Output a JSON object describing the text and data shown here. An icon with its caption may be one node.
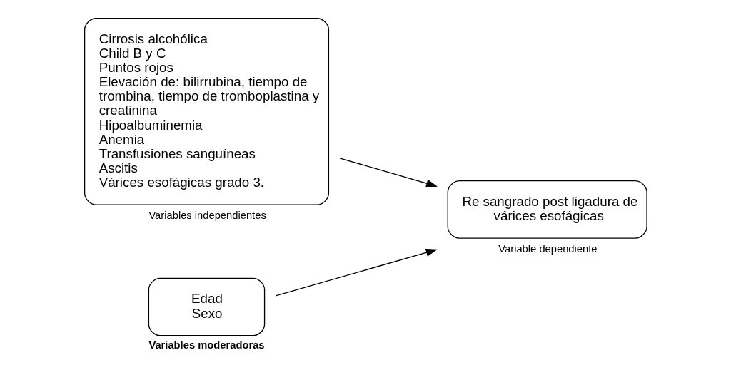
{
  "diagram": {
    "nodes": [
      {
        "text": [
          "Cirrosis alcohólica",
          "Child B y C",
          "Puntos rojos",
          "Elevación de: bilirrubina, tiempo de trombina, tiempo de tromboplastina y creatinina",
          "Hipoalbuminemia",
          "Anemia",
          "Transfusiones sanguíneas",
          "Ascitis",
          "Várices esofágicas grado 3."
        ],
        "beside": [
          "Variables independientes"
        ]
      },
      {
        "text": [
          "Edad",
          "Sexo"
        ],
        "beside": [
          "Variables moderadoras"
        ]
      },
      {
        "text": [
          "Re sangrado post ligadura de várices esofágicas"
        ],
        "beside": [
          "Variable dependiente"
        ]
      }
    ],
    "edges": [
      {
        "from": 0,
        "to": 2,
        "arrow": "to"
      },
      {
        "from": 1,
        "to": 2,
        "arrow": "to"
      }
    ]
  }
}
